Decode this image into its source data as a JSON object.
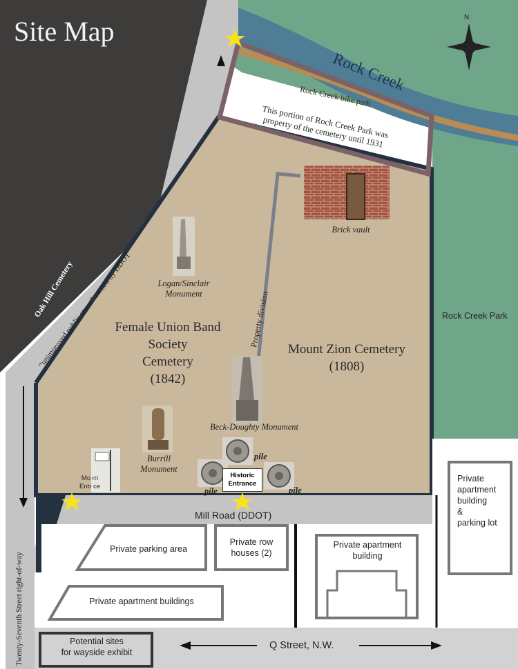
{
  "title": "Site Map",
  "compass": {
    "north": "N"
  },
  "water": {
    "creek": "Rock Creek",
    "bike_path": "Rock Creek bike path"
  },
  "areas": {
    "park_portion_note": "This portion of Rock Creek Park was property of the cemetery until 1931",
    "oak_hill": "Oak Hill Cemetery",
    "unimproved_street": "“unimproved public street” owned by DDOT",
    "rock_creek_park": "Rock Creek Park",
    "female_union": [
      "Female Union Band",
      "Society",
      "Cemetery",
      "(1842)"
    ],
    "mount_zion": [
      "Mount Zion Cemetery",
      "(1808)"
    ],
    "property_division": "Property division"
  },
  "features": {
    "brick_vault": "Brick vault",
    "logan_sinclair": [
      "Logan/Sinclair",
      "Monument"
    ],
    "beck_doughty": "Beck-Doughty Monument",
    "burrill": [
      "Burrill",
      "Monument"
    ],
    "modern_entrance": [
      "Mo rn",
      "Entr ce"
    ],
    "historic_entrance": [
      "Historic",
      "Entrance"
    ],
    "pile_top": "pile",
    "pile_left": "pile",
    "pile_right": "pile"
  },
  "streets": {
    "mill_road": "Mill  Road (DDOT)",
    "q_street": "Q Street, N.W.",
    "twenty_seventh": "Twenty-Seventh Street right-of-way"
  },
  "parcels": {
    "parking_area": "Private parking area",
    "row_houses": [
      "Private row",
      "houses (2)"
    ],
    "apartment_center": [
      "Private apartment",
      "building"
    ],
    "apartment_right": [
      "Private",
      "apartment",
      "building",
      "&",
      "parking lot"
    ],
    "apartment_buildings": "Private apartment buildings",
    "wayside": [
      "Potential sites",
      "for wayside exhibit"
    ]
  },
  "colors": {
    "cemetery": "#c9b89c",
    "park_green": "#6fa588",
    "creek": "#4f7d96",
    "bike_path": "#b88d55",
    "oak_hill": "#3e3c3b",
    "road": "#c4c4c4",
    "boundary": "#233140",
    "park_parcel": "#7a6266",
    "star": "#f7e21b"
  }
}
